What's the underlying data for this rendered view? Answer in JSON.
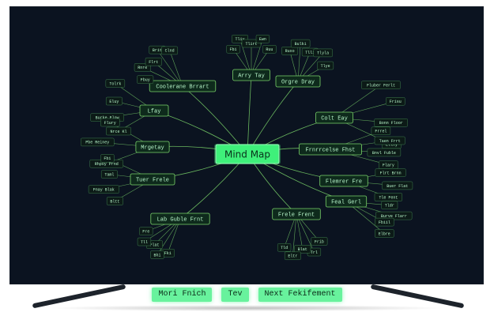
{
  "colors": {
    "accent": "#3ff07a",
    "node_fill": "#0e2a1c",
    "line": "#7ad36a",
    "screen_bg": "#0b1320",
    "text": "#b8f7cb"
  },
  "center": {
    "label": "Mind Map"
  },
  "branches": [
    {
      "label": "Arry Tay",
      "leaves": [
        "Fbi",
        "Tliy",
        "Tlirt",
        "Ewn",
        "Ruu"
      ]
    },
    {
      "label": "Orgre Dray",
      "leaves": [
        "Ruxo",
        "Bulki",
        "Tlli",
        "Tlyla",
        "Tlye"
      ]
    },
    {
      "label": "Coolerane Brrart",
      "leaves": [
        "Fbuy",
        "Rnre",
        "Flrt",
        "Brit",
        "Clnd"
      ]
    },
    {
      "label": "Lfay",
      "leaves": [
        "Nrce Kl",
        "Burke Flow",
        "Eluy",
        "Tolrk"
      ]
    },
    {
      "label": "Mrgetay",
      "leaves": [
        "Rhpoy Prnd",
        "Pbe Reiney",
        "Flury"
      ]
    },
    {
      "label": "Tuer Frele",
      "leaves": [
        "Bltt",
        "Fnay Blak",
        "Taml",
        "Fbi"
      ]
    },
    {
      "label": "Lab Guble Frnt",
      "leaves": [
        "Fki",
        "Bhi",
        "Flat",
        "Tll",
        "Fre"
      ]
    },
    {
      "label": "Frele Frent",
      "leaves": [
        "Frib",
        "Trl",
        "Blat",
        "Eltr",
        "Tld"
      ]
    },
    {
      "label": "Colt Eay",
      "leaves": [
        "Fluber Ferlt",
        "Frisu",
        "Bonn Floor",
        "Ellny"
      ]
    },
    {
      "label": "Frnrrcelse Fhst",
      "leaves": [
        "Frrel",
        "Taen Frrt",
        "Bnvl Fuble",
        "Flary"
      ]
    },
    {
      "label": "Flemrer Fre",
      "leaves": [
        "Flrt Brnn",
        "Buer Flat",
        "Tle Fent"
      ]
    },
    {
      "label": "Feal Gerl",
      "leaves": [
        "Tldr",
        "Burve Flarr",
        "Fbiil",
        "Elbre"
      ]
    }
  ],
  "bottom_buttons": [
    "Mori Fnich",
    "Tev",
    "Next Fekifement"
  ]
}
